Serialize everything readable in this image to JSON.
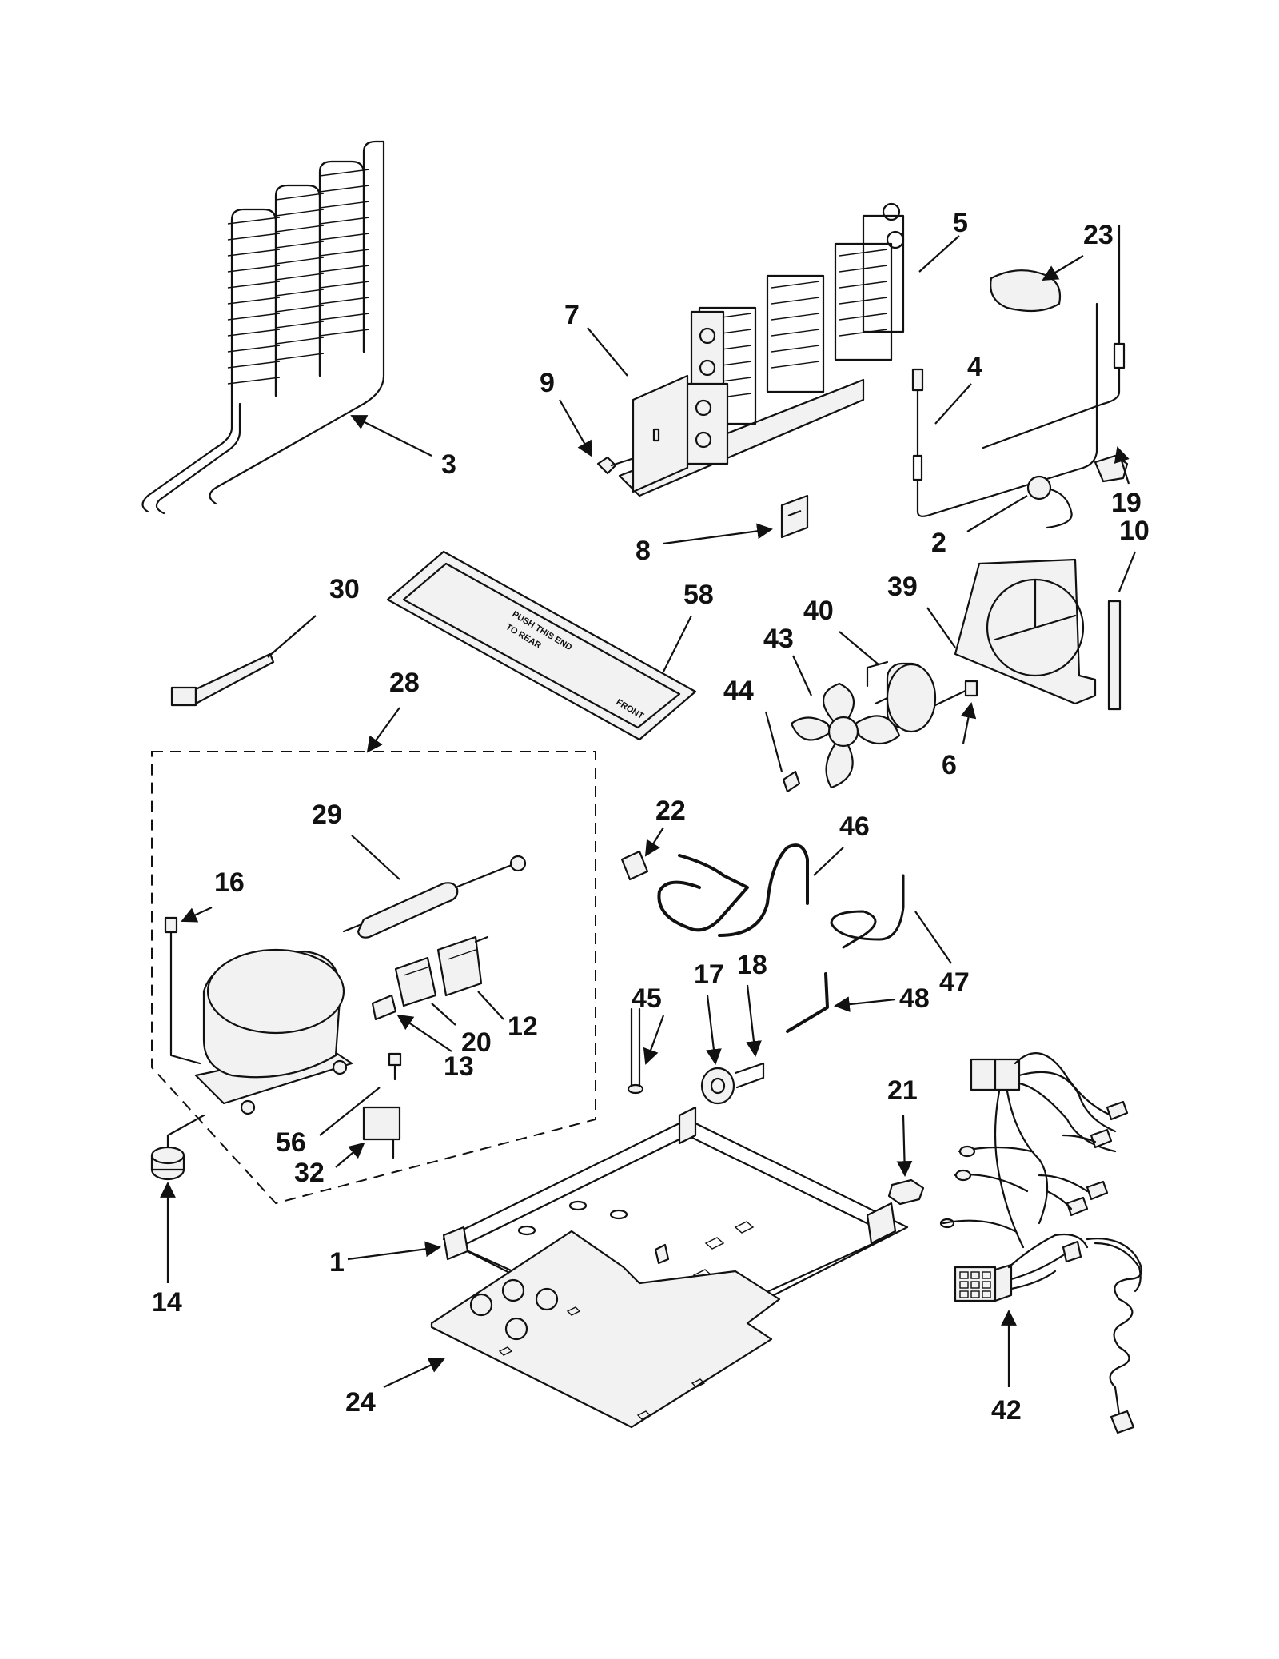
{
  "callouts": [
    {
      "id": "1",
      "label": "1"
    },
    {
      "id": "2",
      "label": "2"
    },
    {
      "id": "3",
      "label": "3"
    },
    {
      "id": "4",
      "label": "4"
    },
    {
      "id": "5",
      "label": "5"
    },
    {
      "id": "6",
      "label": "6"
    },
    {
      "id": "7",
      "label": "7"
    },
    {
      "id": "8",
      "label": "8"
    },
    {
      "id": "9",
      "label": "9"
    },
    {
      "id": "10",
      "label": "10"
    },
    {
      "id": "12",
      "label": "12"
    },
    {
      "id": "13",
      "label": "13"
    },
    {
      "id": "14",
      "label": "14"
    },
    {
      "id": "16",
      "label": "16"
    },
    {
      "id": "17",
      "label": "17"
    },
    {
      "id": "18",
      "label": "18"
    },
    {
      "id": "19",
      "label": "19"
    },
    {
      "id": "20",
      "label": "20"
    },
    {
      "id": "21",
      "label": "21"
    },
    {
      "id": "22",
      "label": "22"
    },
    {
      "id": "23",
      "label": "23"
    },
    {
      "id": "24",
      "label": "24"
    },
    {
      "id": "28",
      "label": "28"
    },
    {
      "id": "29",
      "label": "29"
    },
    {
      "id": "30",
      "label": "30"
    },
    {
      "id": "32",
      "label": "32"
    },
    {
      "id": "39",
      "label": "39"
    },
    {
      "id": "40",
      "label": "40"
    },
    {
      "id": "42",
      "label": "42"
    },
    {
      "id": "43",
      "label": "43"
    },
    {
      "id": "44",
      "label": "44"
    },
    {
      "id": "45",
      "label": "45"
    },
    {
      "id": "46",
      "label": "46"
    },
    {
      "id": "47",
      "label": "47"
    },
    {
      "id": "48",
      "label": "48"
    },
    {
      "id": "56",
      "label": "56"
    },
    {
      "id": "58",
      "label": "58"
    }
  ],
  "tray_text": {
    "push_line1": "PUSH THIS END",
    "push_line2": "TO REAR",
    "front": "FRONT"
  }
}
